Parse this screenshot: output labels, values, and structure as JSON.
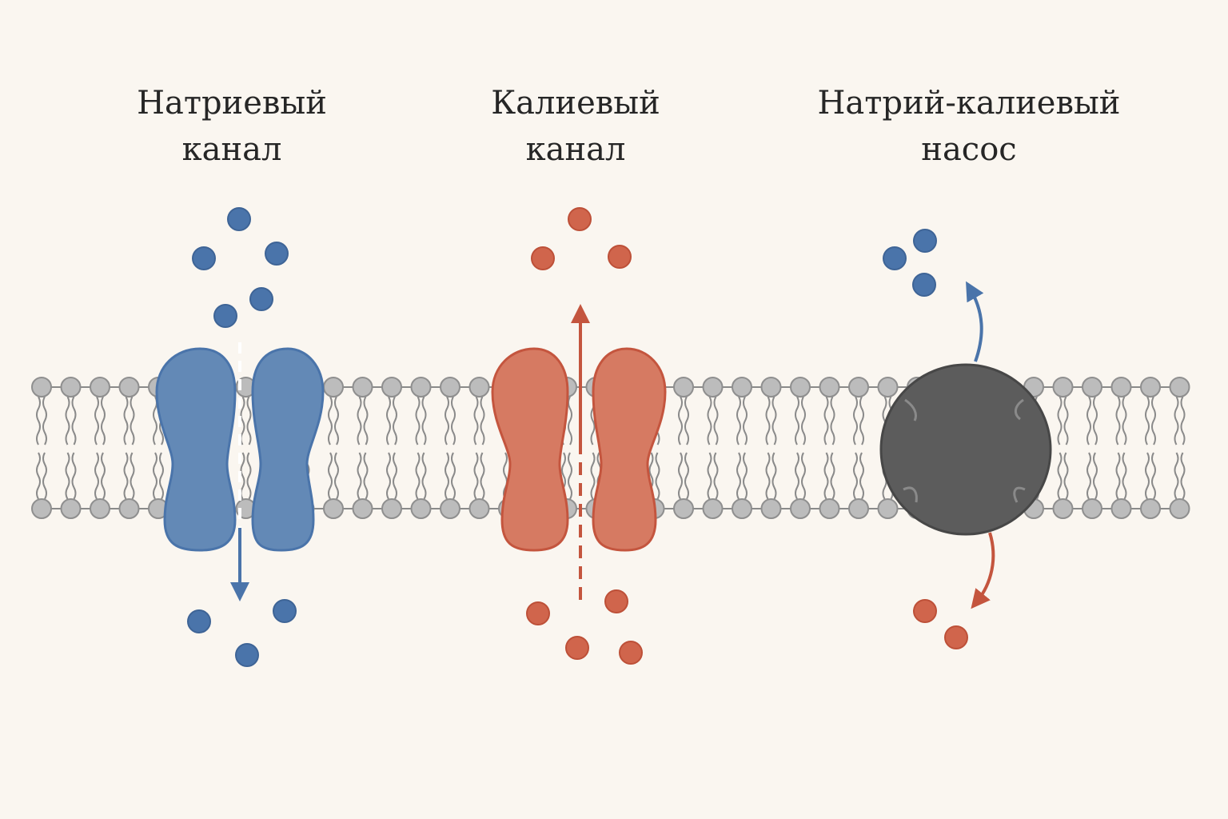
{
  "labels": {
    "sodium_channel": {
      "line1": "Натриевый",
      "line2": "канал"
    },
    "potassium_channel": {
      "line1": "Калиевый",
      "line2": "канал"
    },
    "pump": {
      "line1": "Натрий-калиевый",
      "line2": "насос"
    }
  },
  "colors": {
    "background": "#faf6f0",
    "sodium": "#4a74aa",
    "sodium_fill": "#6389b6",
    "potassium": "#c4553e",
    "potassium_fill": "#d67a62",
    "pump": "#5c5c5c",
    "lipid_head": "#bcbcbc",
    "lipid_tail": "#8a8a8a"
  },
  "icons": {
    "sodium_ion": "circle",
    "potassium_ion": "circle",
    "arrow": "arrowhead"
  }
}
